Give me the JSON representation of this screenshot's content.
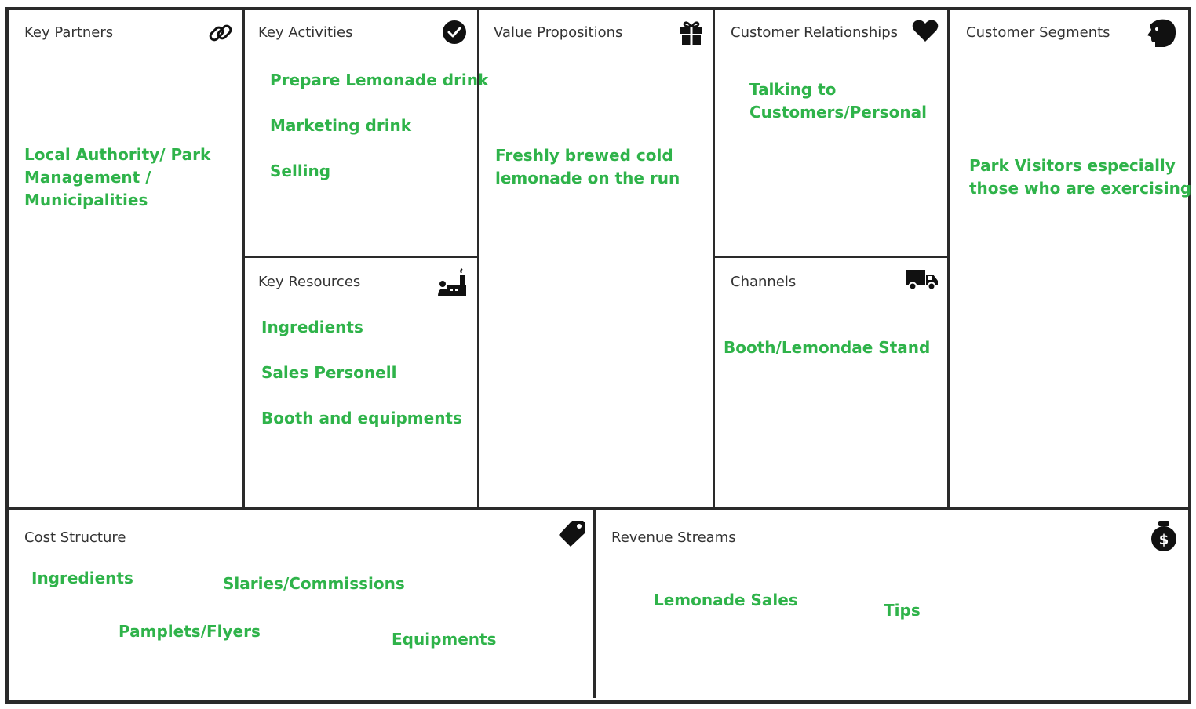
{
  "colors": {
    "accent": "#2fb34a",
    "border": "#2a2a2a",
    "title": "#333333"
  },
  "blocks": {
    "key_partners": {
      "title": "Key Partners",
      "icon": "link-icon",
      "items": [
        "Local Authority/ Park",
        "Management /",
        "Municipalities"
      ]
    },
    "key_activities": {
      "title": "Key Activities",
      "icon": "checkmark-circle-icon",
      "items": [
        "Prepare Lemonade drink",
        "Marketing drink",
        "Selling"
      ]
    },
    "key_resources": {
      "title": "Key Resources",
      "icon": "factory-worker-icon",
      "items": [
        "Ingredients",
        "Sales Personell",
        "Booth and equipments"
      ]
    },
    "value_propositions": {
      "title": "Value Propositions",
      "icon": "gift-icon",
      "items": [
        "Freshly brewed cold",
        "lemonade on the run"
      ]
    },
    "customer_relationships": {
      "title": "Customer Relationships",
      "icon": "heart-icon",
      "items": [
        "Talking to",
        "Customers/Personal"
      ]
    },
    "channels": {
      "title": "Channels",
      "icon": "truck-icon",
      "items": [
        "Booth/Lemondae Stand"
      ]
    },
    "customer_segments": {
      "title": "Customer Segments",
      "icon": "face-profile-icon",
      "items": [
        "Park Visitors especially",
        "those who are exercising"
      ]
    },
    "cost_structure": {
      "title": "Cost Structure",
      "icon": "price-tag-icon",
      "items": [
        "Ingredients",
        "Slaries/Commissions",
        "Pamplets/Flyers",
        "Equipments"
      ]
    },
    "revenue_streams": {
      "title": "Revenue Streams",
      "icon": "money-bag-icon",
      "items": [
        "Lemonade Sales",
        "Tips"
      ]
    }
  }
}
